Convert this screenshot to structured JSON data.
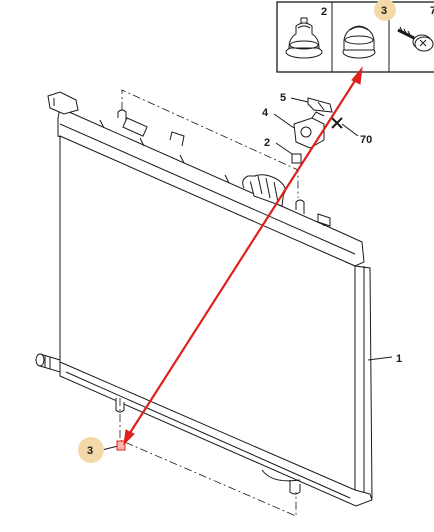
{
  "inset": {
    "cells": [
      {
        "label": "2",
        "icon": "grommet-icon"
      },
      {
        "label": "3",
        "icon": "cap-icon",
        "highlighted": true
      },
      {
        "label": "7",
        "icon": "screw-icon"
      }
    ]
  },
  "callouts": {
    "radiator": "1",
    "grommet_top": "2",
    "grommet_bottom": "3",
    "bracket": "4",
    "clip": "5",
    "fixing": "70"
  },
  "colors": {
    "highlight": "#f5d8a8",
    "arrow": "#e0201c",
    "line": "#1a1a1a",
    "marker": "#e0201c"
  }
}
